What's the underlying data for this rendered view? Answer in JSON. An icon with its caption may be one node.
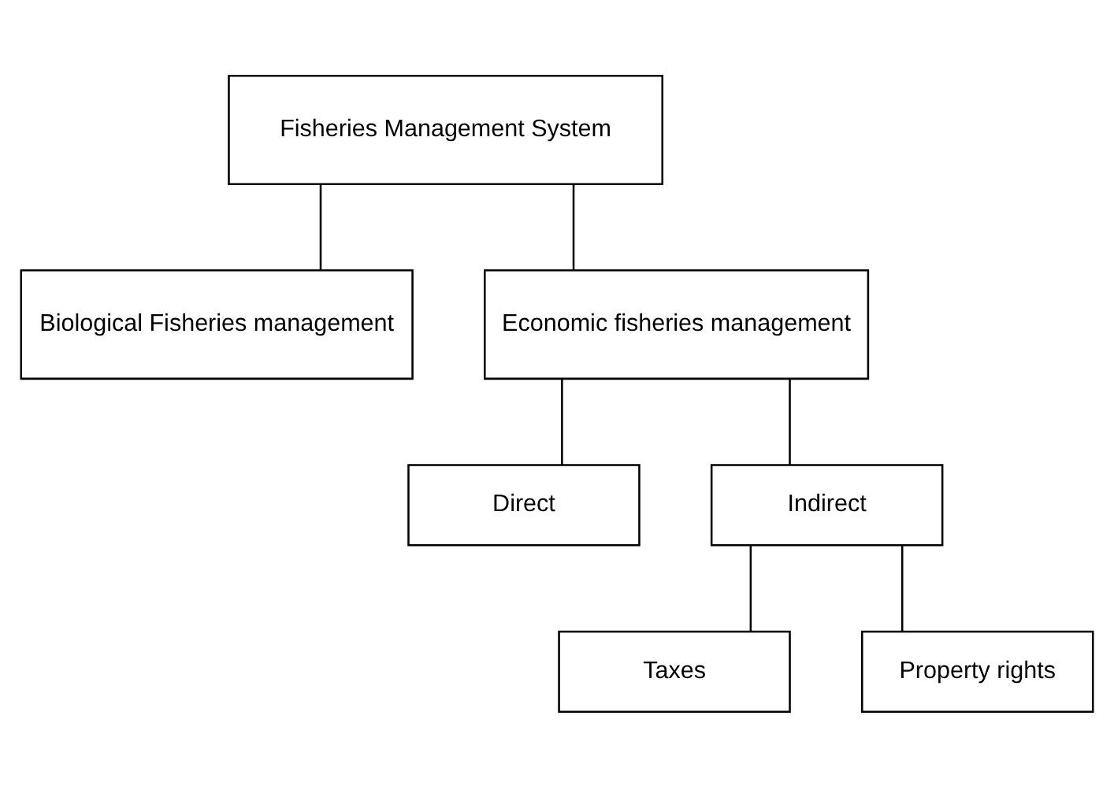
{
  "diagram": {
    "nodes": [
      {
        "text": [
          "Fisheries Management System"
        ]
      },
      {
        "text": [
          "Biological Fisheries management"
        ]
      },
      {
        "text": [
          "Economic fisheries management"
        ]
      },
      {
        "text": [
          "Direct"
        ]
      },
      {
        "text": [
          "Indirect"
        ]
      },
      {
        "text": [
          "Taxes"
        ]
      },
      {
        "text": [
          "Property rights"
        ]
      }
    ],
    "edges": [
      {
        "from": 0,
        "to": 1,
        "arrow": "none"
      },
      {
        "from": 0,
        "to": 2,
        "arrow": "none"
      },
      {
        "from": 2,
        "to": 3,
        "arrow": "none"
      },
      {
        "from": 2,
        "to": 4,
        "arrow": "none"
      },
      {
        "from": 4,
        "to": 5,
        "arrow": "none"
      },
      {
        "from": 4,
        "to": 6,
        "arrow": "none"
      }
    ]
  }
}
